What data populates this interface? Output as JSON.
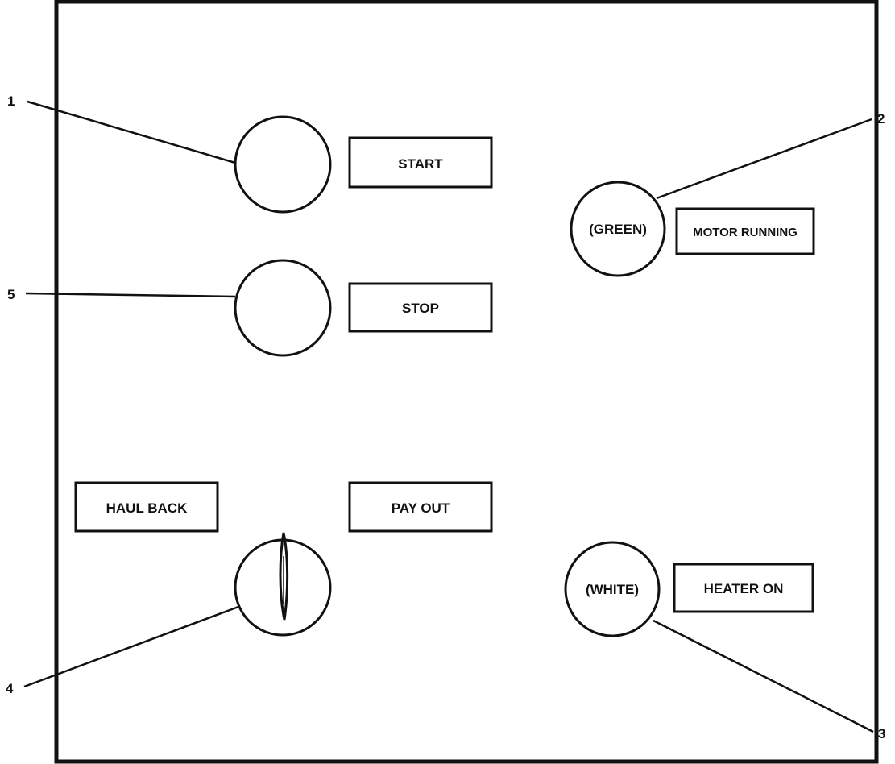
{
  "panel": {
    "buttons": {
      "start_label": "START",
      "stop_label": "STOP"
    },
    "lights": {
      "motor_light_color": "(GREEN)",
      "motor_label": "MOTOR RUNNING",
      "heater_light_color": "(WHITE)",
      "heater_label": "HEATER ON"
    },
    "selector": {
      "left_label": "HAUL BACK",
      "right_label": "PAY OUT"
    }
  },
  "callouts": [
    "1",
    "2",
    "3",
    "4",
    "5"
  ],
  "colors": {
    "stroke": "#111111",
    "background": "#ffffff"
  }
}
